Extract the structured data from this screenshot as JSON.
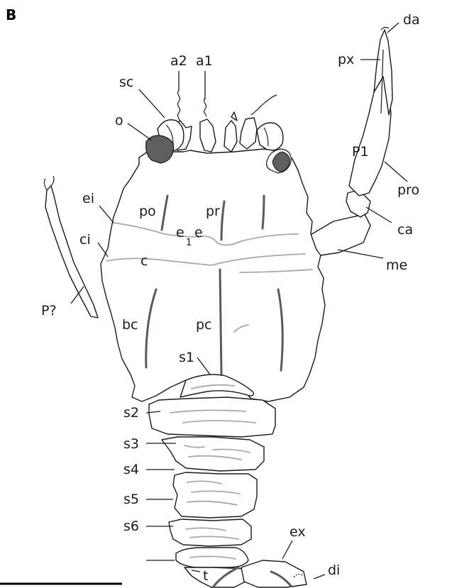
{
  "panel_label": "B",
  "labels": {
    "da": "da",
    "px": "px",
    "a2": "a2",
    "a1": "a1",
    "sc": "sc",
    "o": "o",
    "P1": "P1",
    "pro": "pro",
    "ei": "ei",
    "po": "po",
    "pr": "pr",
    "e1": "e",
    "e1_sub": "1",
    "e": "e",
    "ci": "ci",
    "c": "c",
    "ca": "ca",
    "me": "me",
    "P_unknown": "P?",
    "bc": "bc",
    "pc": "pc",
    "s1": "s1",
    "s2": "s2",
    "s3": "s3",
    "s4": "s4",
    "s5": "s5",
    "s6": "s6",
    "ex": "ex",
    "di": "di",
    "t": "t"
  },
  "colors": {
    "outline": "#1a1a1a",
    "eye_fill": "#5f5f5f",
    "groove": "#a8a8a8",
    "ridge": "#5a5a5a"
  }
}
